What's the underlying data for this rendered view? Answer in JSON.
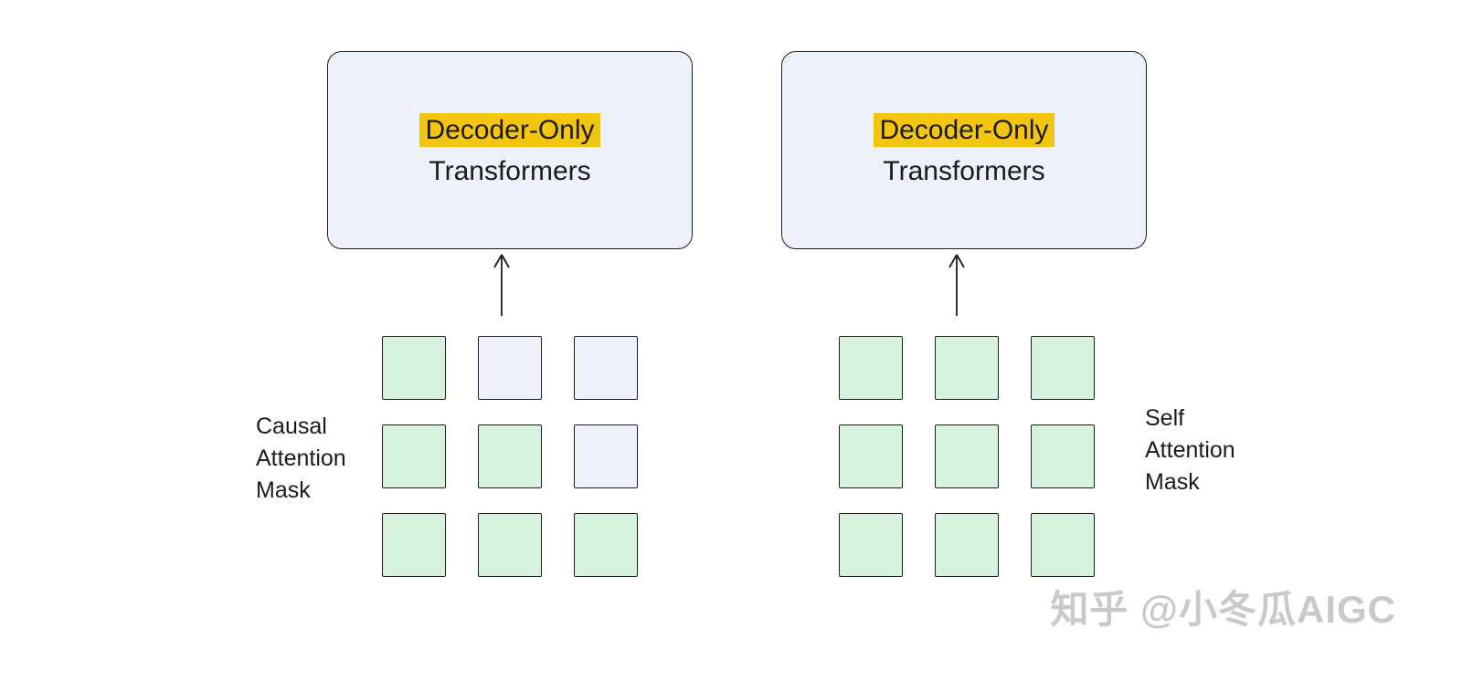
{
  "colors": {
    "box_bg": "#edf1fb",
    "line": "#1e1e1e",
    "text": "#1b1b1b",
    "highlight": "#f3c50f",
    "green": "#d8f3dd",
    "light": "#edf1fb",
    "watermark": "#c9c9cd"
  },
  "left": {
    "box": {
      "highlight_label": "Decoder-Only",
      "label": "Transformers"
    },
    "mask_label_lines": [
      "Causal",
      "Attention",
      "Mask"
    ],
    "grid": [
      [
        "g",
        "l",
        "l"
      ],
      [
        "g",
        "g",
        "l"
      ],
      [
        "g",
        "g",
        "g"
      ]
    ]
  },
  "right": {
    "box": {
      "highlight_label": "Decoder-Only",
      "label": "Transformers"
    },
    "mask_label_lines": [
      "Self",
      "Attention",
      "Mask"
    ],
    "grid": [
      [
        "g",
        "g",
        "g"
      ],
      [
        "g",
        "g",
        "g"
      ],
      [
        "g",
        "g",
        "g"
      ]
    ]
  },
  "watermark": "知乎 @小冬瓜AIGC"
}
